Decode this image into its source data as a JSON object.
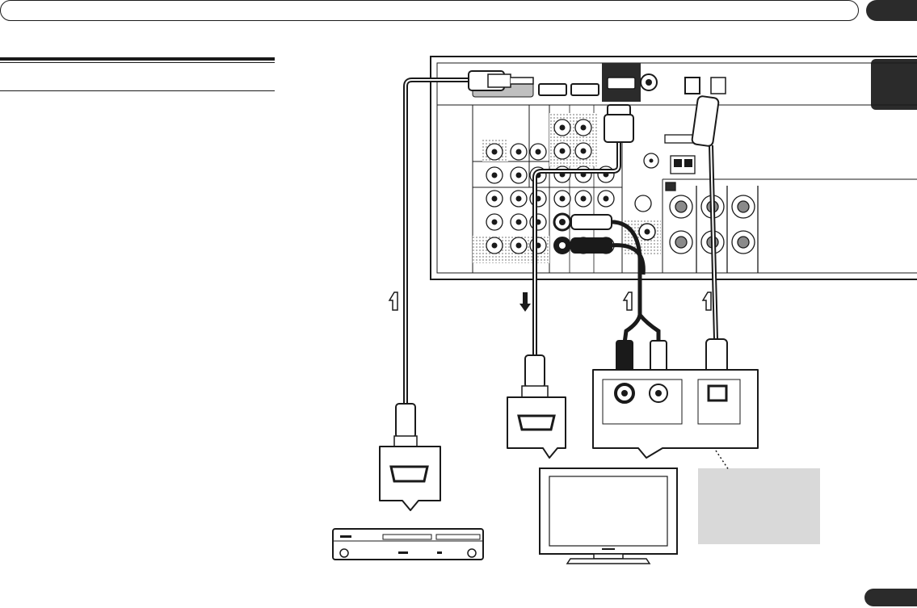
{
  "page": {
    "header_text": "",
    "section_tab_label": "",
    "page_number": ""
  },
  "diagram": {
    "components": [
      "receiver-rear-panel",
      "blu-ray-player",
      "television"
    ],
    "cables": [
      "hdmi-cable-player",
      "hdmi-cable-tv",
      "rca-audio-cable",
      "optical-cable"
    ],
    "arrows": [
      "up",
      "down",
      "up",
      "up"
    ],
    "colors": {
      "line": "#1a1a1a",
      "panel_fill": "#ffffff",
      "shaded": "#d0d0d0",
      "note_fill": "#d9d9d9"
    }
  }
}
